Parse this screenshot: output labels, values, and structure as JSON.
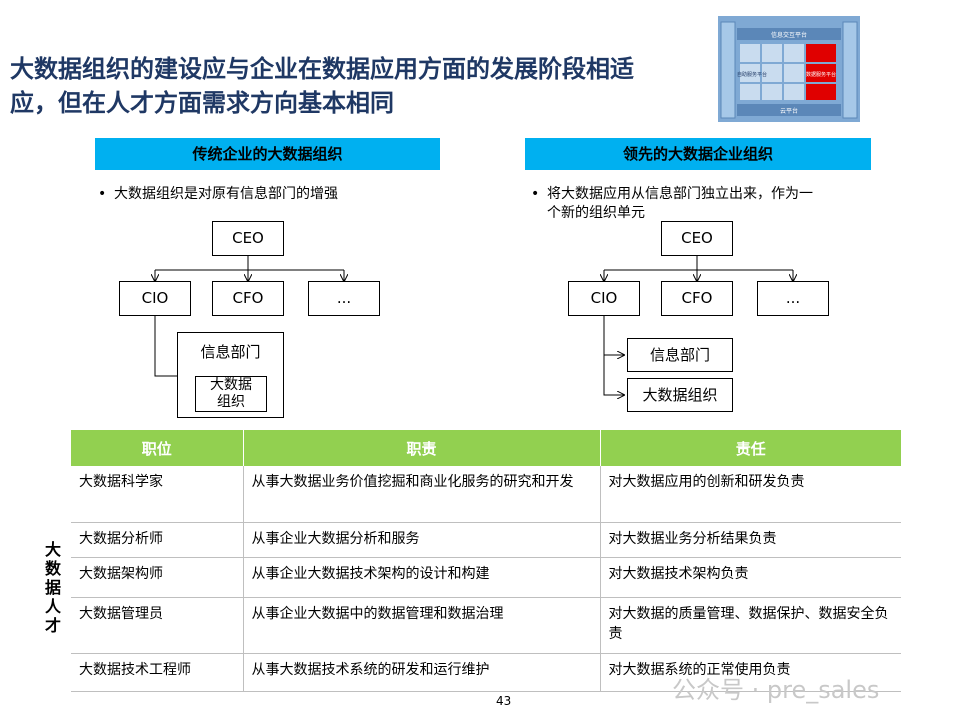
{
  "title": "大数据组织的建设应与企业在数据应用方面的发展阶段相适应，但在人才方面需求方向基本相同",
  "title_lines": [
    "大数据组织的建设应与企业在数据应用方面的发展阶段相适",
    "应，但在人才方面需求方向基本相同"
  ],
  "thumbnail": {
    "top_label": "信息交互平台",
    "left_label": "自助服务平台",
    "right_label": "数据服务平台",
    "bottom_label": "云平台"
  },
  "left_section": {
    "header": "传统企业的大数据组织",
    "bullet": "大数据组织是对原有信息部门的增强",
    "boxes": {
      "ceo": "CEO",
      "cio": "CIO",
      "cfo": "CFO",
      "more": "...",
      "info_dept": "信息部门",
      "bigdata_org": "大数据组织"
    }
  },
  "right_section": {
    "header": "领先的大数据企业组织",
    "bullet_lines": [
      "将大数据应用从信息部门独立出来，作为一",
      "个新的组织单元"
    ],
    "boxes": {
      "ceo": "CEO",
      "cio": "CIO",
      "cfo": "CFO",
      "more": "...",
      "info_dept": "信息部门",
      "bigdata_org": "大数据组织"
    }
  },
  "side_label": "大数据人才",
  "table": {
    "headers": [
      "职位",
      "职责",
      "责任"
    ],
    "rows": [
      [
        "大数据科学家",
        "从事大数据业务价值挖掘和商业化服务的研究和开发",
        "对大数据应用的创新和研发负责"
      ],
      [
        "大数据分析师",
        "从事企业大数据分析和服务",
        "对大数据业务分析结果负责"
      ],
      [
        "大数据架构师",
        "从事企业大数据技术架构的设计和构建",
        "对大数据技术架构负责"
      ],
      [
        "大数据管理员",
        "从事企业大数据中的数据管理和数据治理",
        "对大数据的质量管理、数据保护、数据安全负责"
      ],
      [
        "大数据技术工程师",
        "从事大数据技术系统的研发和运行维护",
        "对大数据系统的正常使用负责"
      ]
    ]
  },
  "page_number": "43",
  "watermark": "公众号 · pre_sales",
  "colors": {
    "title": "#1f3864",
    "header_bg": "#00b0f0",
    "table_header_bg": "#92d050",
    "thumb_blue": "#a6c8e8",
    "thumb_red": "#e00000"
  }
}
